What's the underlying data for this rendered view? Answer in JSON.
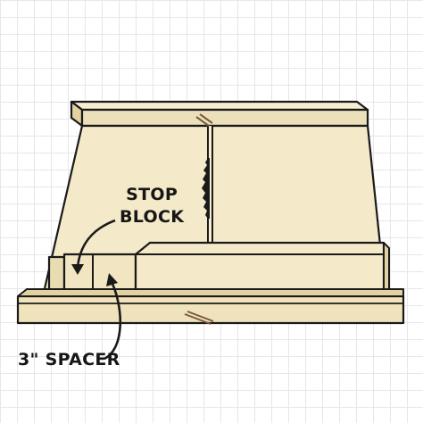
{
  "labels": {
    "stop_block_line1": "STOP",
    "stop_block_line2": "BLOCK",
    "spacer": "3\" SPACER"
  },
  "colors": {
    "background": "#ffffff",
    "grid": "#e6e6ec",
    "wood_light": "#f4e9c8",
    "wood_mid": "#eadcb2",
    "wood_dark": "#d8c690",
    "outline": "#1a1a1a",
    "kerf": "#7a5a3a"
  }
}
